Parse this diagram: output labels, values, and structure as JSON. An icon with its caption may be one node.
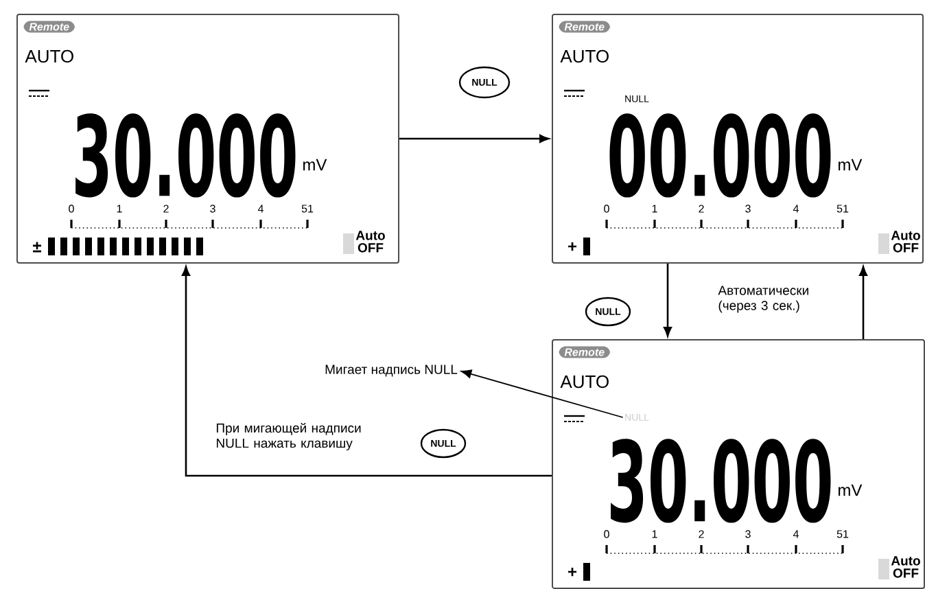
{
  "diagram": {
    "nodes": [
      {
        "text": [
          "Remote",
          "AUTO",
          "30.000",
          "mV",
          "0",
          "1",
          "2",
          "3",
          "4",
          "51",
          "±",
          "Auto OFF"
        ]
      },
      {
        "text": [
          "NULL"
        ]
      },
      {
        "text": [
          "Remote",
          "AUTO",
          "NULL",
          "00.000",
          "mV",
          "0",
          "1",
          "2",
          "3",
          "4",
          "51",
          "+",
          "Auto OFF"
        ]
      },
      {
        "text": [
          "NULL"
        ]
      },
      {
        "text": [
          "Мигает надпись NULL"
        ]
      },
      {
        "text": [
          "Remote",
          "AUTO",
          "30.000",
          "mV",
          "0",
          "1",
          "2",
          "3",
          "4",
          "51",
          "+",
          "Auto OFF"
        ]
      },
      {
        "text": [
          "NULL"
        ],
        "in": 5
      },
      {
        "text": [
          "NULL"
        ]
      }
    ],
    "edges": [
      {
        "from": 0,
        "to": 2,
        "arrow": "to"
      },
      {
        "from": 2,
        "to": 5,
        "arrow": "to"
      },
      {
        "from": 5,
        "to": 2,
        "arrow": "to",
        "label": "Автоматически (через 3 сек.)"
      },
      {
        "from": 5,
        "to": 0,
        "arrow": "to",
        "label": "При мигающей надписи NULL нажать клавишу"
      },
      {
        "from": 6,
        "to": 4,
        "arrow": "to"
      }
    ]
  }
}
